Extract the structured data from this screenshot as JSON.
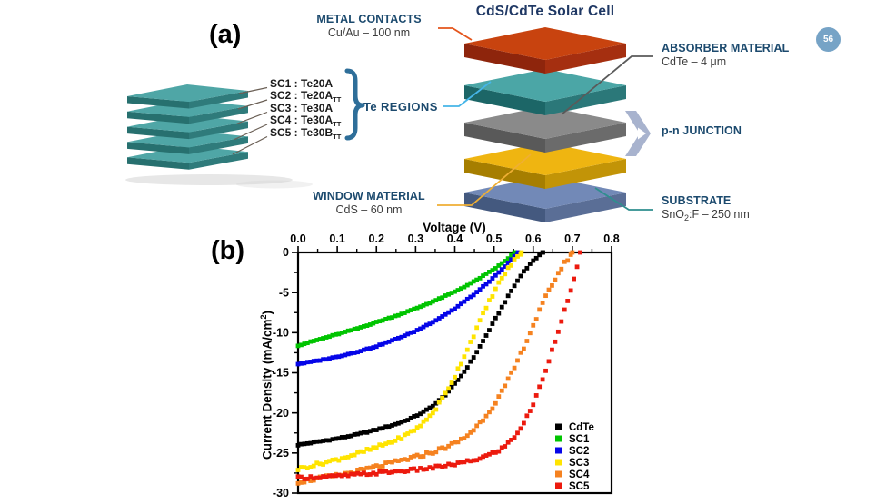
{
  "badge": {
    "text": "56",
    "color": "#76A3C6"
  },
  "panel_a": {
    "label": "(a)",
    "title": "CdS/CdTe Solar Cell",
    "sc_items": [
      {
        "base": "SC1 : Te20A",
        "sub": ""
      },
      {
        "base": "SC2 : Te20A",
        "sub": "TT"
      },
      {
        "base": "SC3 : Te30A",
        "sub": ""
      },
      {
        "base": "SC4 : Te30A",
        "sub": "TT"
      },
      {
        "base": "SC5 : Te30B",
        "sub": "TT"
      }
    ],
    "te_regions_label": "Te  REGIONS",
    "callouts": {
      "metal": {
        "title": "METAL CONTACTS",
        "detail": "Cu/Au – 100 nm"
      },
      "absorber": {
        "title": "ABSORBER MATERIAL",
        "detail": "CdTe – 4 μm"
      },
      "pn": {
        "title": "p-n JUNCTION"
      },
      "window": {
        "title": "WINDOW MATERIAL",
        "detail": "CdS – 60 nm"
      },
      "substrate": {
        "title": "SUBSTRATE",
        "detail_pre": "SnO",
        "detail_sub": "2",
        "detail_post": ":F – 250 nm"
      }
    },
    "left_stack_color": {
      "top": "#4FA6A6",
      "left": "#27706F",
      "right": "#2F7B7B"
    },
    "layers": [
      {
        "name": "metal-contact-layer",
        "top": "#C8430F",
        "left": "#8E250C",
        "right": "#A52F10"
      },
      {
        "name": "cdte-absorber-layer",
        "top": "#4BA6A6",
        "left": "#1C6667",
        "right": "#2B7879"
      },
      {
        "name": "pn-junction-layer",
        "top": "#8A8A8A",
        "left": "#595959",
        "right": "#6B6B6B"
      },
      {
        "name": "cds-window-layer",
        "top": "#EFB511",
        "left": "#A67E00",
        "right": "#C29407"
      },
      {
        "name": "substrate-layer",
        "top": "#7289B7",
        "left": "#44597F",
        "right": "#5A6E96"
      }
    ],
    "connector_colors": {
      "metal": "#E4551C",
      "te_regions": "#45B5E8",
      "absorber": "#5A5A5A",
      "window": "#EFAF34",
      "substrate": "#2F8E8E",
      "sc_lines": "#6A5F55"
    },
    "accent": {
      "heading": "#1C4A6E",
      "title": "#1F3864",
      "detail": "#3D3D3D",
      "brace": "#2E6E99",
      "chevron": "#A8B3CE"
    }
  },
  "panel_b": {
    "label": "(b)",
    "ylabel_pre": "Current Density (mA/cm",
    "ylabel_sup": "2",
    "ylabel_post": ")"
  },
  "chart_data": {
    "type": "scatter",
    "xlabel": "Voltage (V)",
    "ylabel": "Current Density (mA/cm^2)",
    "xlim": [
      0.0,
      0.8
    ],
    "ylim": [
      -30,
      0
    ],
    "x_axis_position": "top",
    "x_ticks": [
      "0.0",
      "0.1",
      "0.2",
      "0.3",
      "0.4",
      "0.5",
      "0.6",
      "0.7",
      "0.8"
    ],
    "x_minor_step": 0.05,
    "y_ticks": [
      "0",
      "-5",
      "-10",
      "-15",
      "-20",
      "-25",
      "-30"
    ],
    "y_minor_step": 2.5,
    "grid": false,
    "legend_position": "lower-right",
    "marker": "square",
    "series": [
      {
        "name": "CdTe",
        "color": "#000000",
        "jitter": 0.07,
        "points": [
          [
            0,
            -24.0
          ],
          [
            0.025,
            -23.8
          ],
          [
            0.05,
            -23.6
          ],
          [
            0.075,
            -23.4
          ],
          [
            0.1,
            -23.2
          ],
          [
            0.125,
            -22.95
          ],
          [
            0.15,
            -22.7
          ],
          [
            0.175,
            -22.4
          ],
          [
            0.2,
            -22.1
          ],
          [
            0.225,
            -21.75
          ],
          [
            0.25,
            -21.4
          ],
          [
            0.275,
            -20.95
          ],
          [
            0.3,
            -20.4
          ],
          [
            0.325,
            -19.75
          ],
          [
            0.35,
            -18.9
          ],
          [
            0.375,
            -17.8
          ],
          [
            0.4,
            -16.4
          ],
          [
            0.425,
            -14.8
          ],
          [
            0.45,
            -12.9
          ],
          [
            0.475,
            -10.8
          ],
          [
            0.5,
            -8.6
          ],
          [
            0.525,
            -6.4
          ],
          [
            0.55,
            -4.3
          ],
          [
            0.575,
            -2.4
          ],
          [
            0.6,
            -1.0
          ],
          [
            0.615,
            -0.4
          ],
          [
            0.625,
            0
          ]
        ]
      },
      {
        "name": "SC1",
        "color": "#00C400",
        "jitter": 0.05,
        "points": [
          [
            0,
            -11.6
          ],
          [
            0.05,
            -10.9
          ],
          [
            0.1,
            -10.2
          ],
          [
            0.15,
            -9.5
          ],
          [
            0.2,
            -8.7
          ],
          [
            0.25,
            -7.9
          ],
          [
            0.3,
            -7.0
          ],
          [
            0.35,
            -6.0
          ],
          [
            0.4,
            -4.9
          ],
          [
            0.45,
            -3.6
          ],
          [
            0.5,
            -2.1
          ],
          [
            0.525,
            -1.2
          ],
          [
            0.553,
            0
          ]
        ]
      },
      {
        "name": "SC2",
        "color": "#0505E8",
        "jitter": 0.05,
        "points": [
          [
            0,
            -13.9
          ],
          [
            0.05,
            -13.5
          ],
          [
            0.1,
            -13.0
          ],
          [
            0.15,
            -12.4
          ],
          [
            0.2,
            -11.7
          ],
          [
            0.25,
            -10.8
          ],
          [
            0.3,
            -9.8
          ],
          [
            0.35,
            -8.5
          ],
          [
            0.4,
            -7.0
          ],
          [
            0.45,
            -5.2
          ],
          [
            0.5,
            -3.1
          ],
          [
            0.525,
            -1.9
          ],
          [
            0.55,
            -0.6
          ],
          [
            0.562,
            0
          ]
        ]
      },
      {
        "name": "SC3",
        "color": "#FFE400",
        "jitter": 0.2,
        "points": [
          [
            0,
            -27.0
          ],
          [
            0.05,
            -26.4
          ],
          [
            0.1,
            -25.8
          ],
          [
            0.15,
            -25.1
          ],
          [
            0.2,
            -24.3
          ],
          [
            0.25,
            -23.4
          ],
          [
            0.275,
            -22.8
          ],
          [
            0.3,
            -22.0
          ],
          [
            0.325,
            -21.0
          ],
          [
            0.35,
            -19.6
          ],
          [
            0.375,
            -17.7
          ],
          [
            0.4,
            -15.4
          ],
          [
            0.425,
            -12.8
          ],
          [
            0.45,
            -10.1
          ],
          [
            0.475,
            -7.4
          ],
          [
            0.5,
            -4.9
          ],
          [
            0.525,
            -2.8
          ],
          [
            0.55,
            -1.1
          ],
          [
            0.57,
            0
          ]
        ]
      },
      {
        "name": "SC4",
        "color": "#F58220",
        "jitter": 0.22,
        "points": [
          [
            0,
            -28.6
          ],
          [
            0.05,
            -28.2
          ],
          [
            0.1,
            -27.8
          ],
          [
            0.15,
            -27.3
          ],
          [
            0.2,
            -26.7
          ],
          [
            0.25,
            -26.1
          ],
          [
            0.3,
            -25.5
          ],
          [
            0.35,
            -24.8
          ],
          [
            0.4,
            -23.8
          ],
          [
            0.425,
            -23.1
          ],
          [
            0.45,
            -22.0
          ],
          [
            0.475,
            -20.6
          ],
          [
            0.5,
            -19.0
          ],
          [
            0.525,
            -17.0
          ],
          [
            0.55,
            -14.6
          ],
          [
            0.575,
            -11.9
          ],
          [
            0.6,
            -9.1
          ],
          [
            0.625,
            -6.3
          ],
          [
            0.65,
            -3.8
          ],
          [
            0.675,
            -1.7
          ],
          [
            0.7,
            0
          ]
        ]
      },
      {
        "name": "SC5",
        "color": "#EC1A0E",
        "jitter": 0.18,
        "points": [
          [
            0,
            -28.1
          ],
          [
            0.05,
            -28.0
          ],
          [
            0.1,
            -27.9
          ],
          [
            0.15,
            -27.7
          ],
          [
            0.2,
            -27.5
          ],
          [
            0.25,
            -27.3
          ],
          [
            0.3,
            -27.1
          ],
          [
            0.35,
            -26.8
          ],
          [
            0.4,
            -26.4
          ],
          [
            0.45,
            -25.9
          ],
          [
            0.5,
            -25.0
          ],
          [
            0.525,
            -24.3
          ],
          [
            0.55,
            -23.1
          ],
          [
            0.575,
            -21.4
          ],
          [
            0.6,
            -18.9
          ],
          [
            0.625,
            -15.7
          ],
          [
            0.65,
            -11.9
          ],
          [
            0.675,
            -8.0
          ],
          [
            0.7,
            -4.3
          ],
          [
            0.72,
            0
          ]
        ]
      }
    ]
  }
}
